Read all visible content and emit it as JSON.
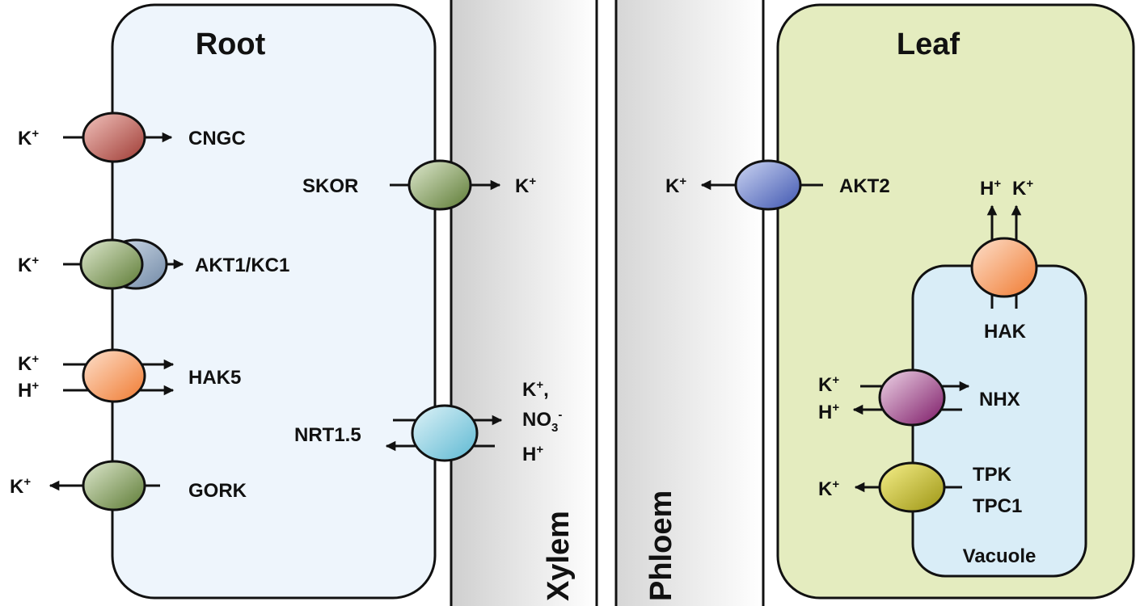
{
  "regions": {
    "root": "Root",
    "leaf": "Leaf",
    "vacuole": "Vacuole",
    "xylem": "Xylem",
    "phloem": "Phloem"
  },
  "transporters": {
    "cngc": "CNGC",
    "akt1_kc1": "AKT1/KC1",
    "hak5": "HAK5",
    "gork": "GORK",
    "skor": "SKOR",
    "nrt1_5": "NRT1.5",
    "akt2": "AKT2",
    "hak": "HAK",
    "nhx": "NHX",
    "tpk": "TPK",
    "tpc1": "TPC1"
  },
  "ions": {
    "k": "K",
    "h": "H",
    "plus": "+",
    "no3": "NO",
    "no3_sub": "3",
    "no3_sup": "-",
    "comma": ","
  },
  "colors": {
    "root_fill": "#eef5fc",
    "leaf_fill": "#e4ecbf",
    "vacuole_fill": "#d9edf7",
    "cngc": "#c8675e",
    "green": "#8ea56a",
    "akt_back": "#9fb3c9",
    "orange": "#f7a371",
    "cyan": "#8fd2e3",
    "blue": "#6d80c9",
    "purple": "#a9468f",
    "yellow": "#d3cc2a"
  }
}
